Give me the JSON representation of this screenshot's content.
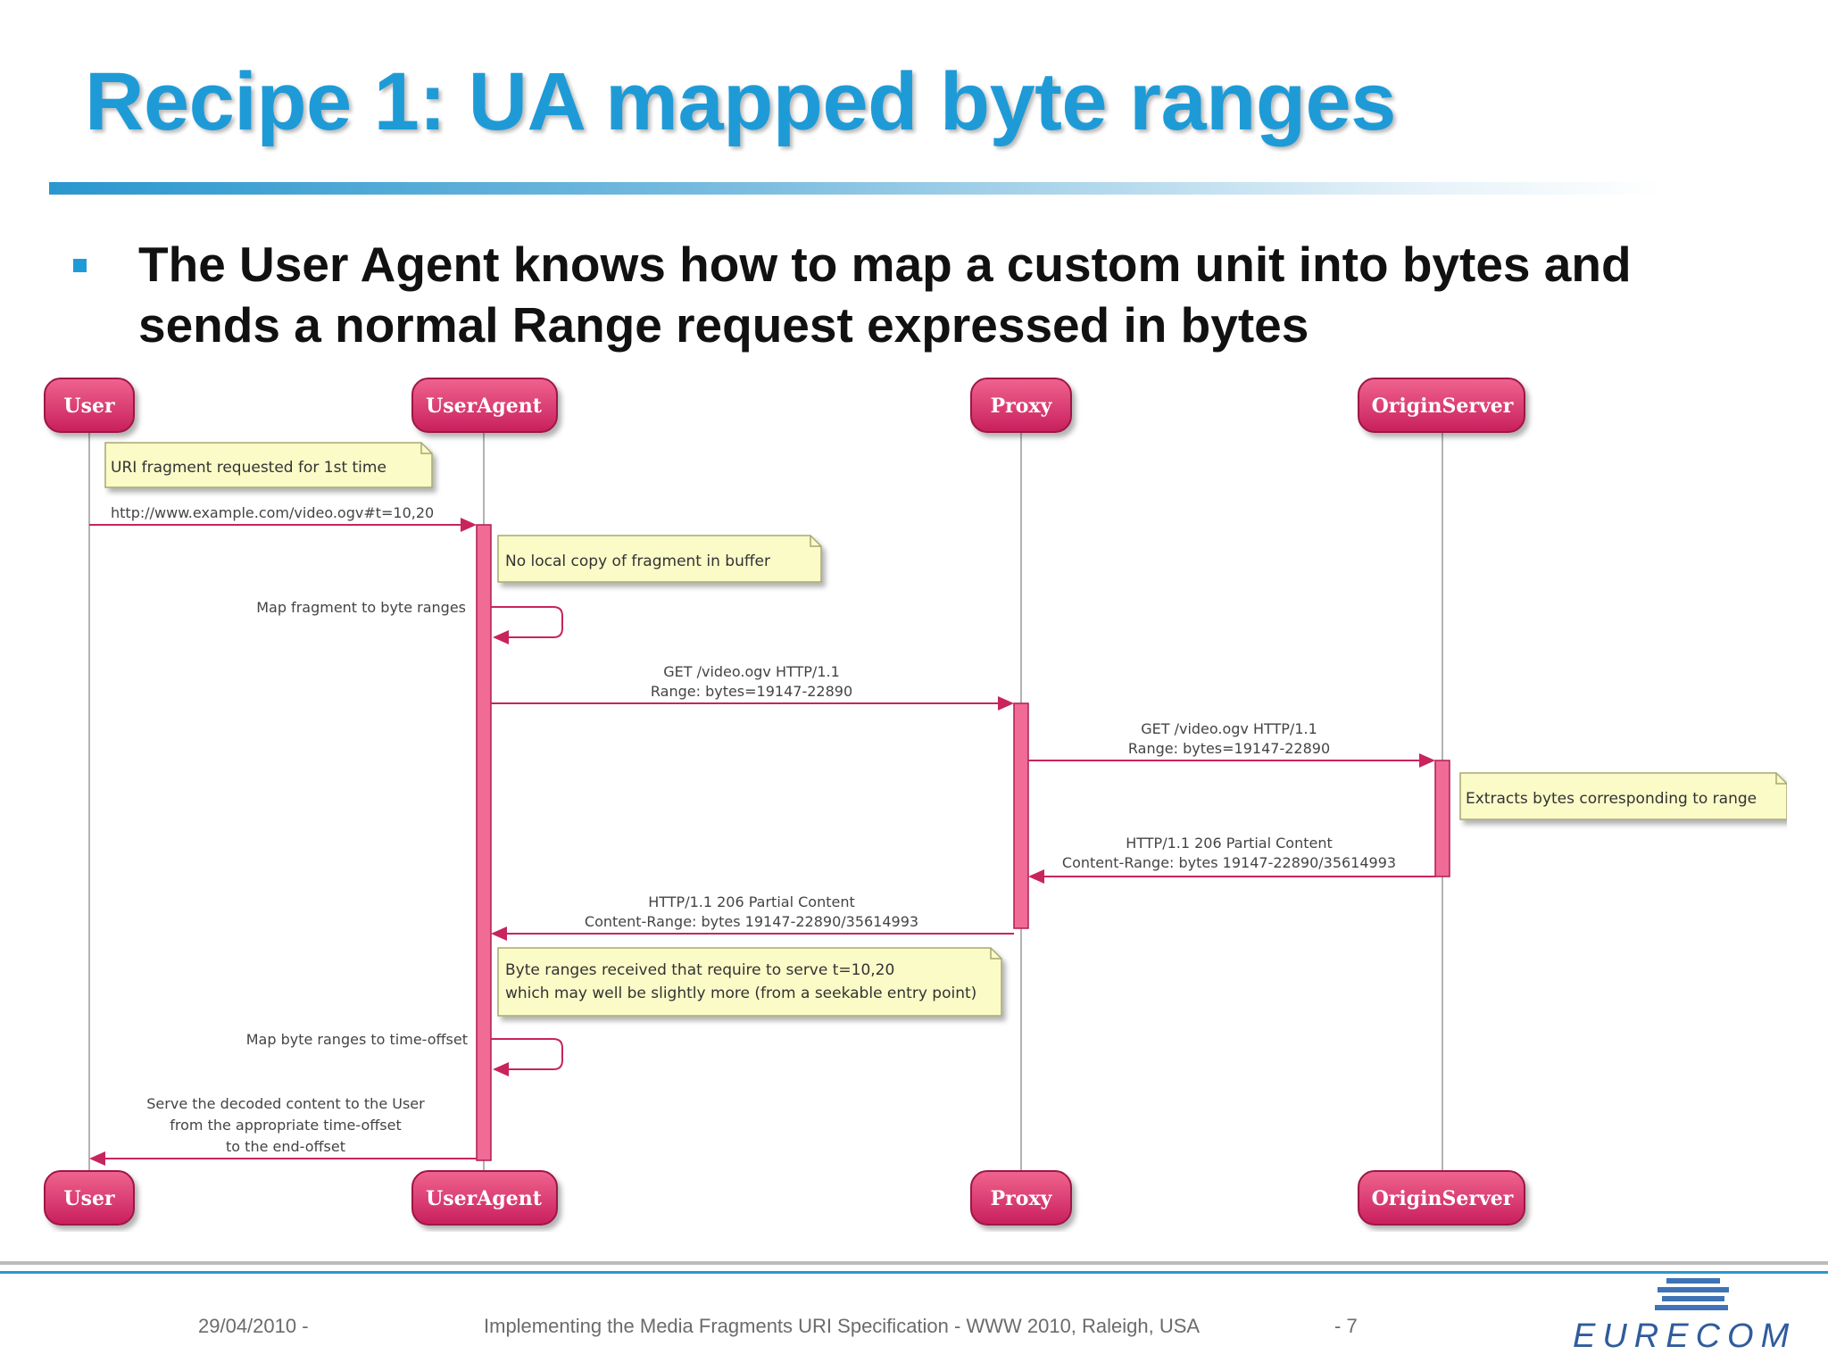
{
  "slide": {
    "title": "Recipe 1: UA mapped byte ranges",
    "bullet": "The User Agent knows how to map a custom unit into bytes and sends a normal Range request expressed in bytes"
  },
  "diagram": {
    "participants": [
      "User",
      "UserAgent",
      "Proxy",
      "OriginServer"
    ],
    "notes": [
      {
        "lines": [
          "URI fragment requested for 1st time"
        ]
      },
      {
        "lines": [
          "No local copy of fragment in buffer"
        ]
      },
      {
        "lines": [
          "Extracts bytes corresponding to range"
        ]
      },
      {
        "lines": [
          "Byte ranges received that require to serve t=10,20",
          "which may well be slightly more (from a seekable entry point)"
        ]
      }
    ],
    "messages": [
      {
        "lines": [
          "http://www.example.com/video.ogv#t=10,20"
        ]
      },
      {
        "lines": [
          "Map fragment to byte ranges"
        ]
      },
      {
        "lines": [
          "GET /video.ogv HTTP/1.1",
          "Range: bytes=19147-22890"
        ]
      },
      {
        "lines": [
          "GET /video.ogv HTTP/1.1",
          "Range: bytes=19147-22890"
        ]
      },
      {
        "lines": [
          "HTTP/1.1 206 Partial Content",
          "Content-Range: bytes 19147-22890/35614993"
        ]
      },
      {
        "lines": [
          "HTTP/1.1 206 Partial Content",
          "Content-Range: bytes 19147-22890/35614993"
        ]
      },
      {
        "lines": [
          "Map byte ranges to time-offset"
        ]
      },
      {
        "lines": [
          "Serve the decoded content to the User",
          "from the appropriate time-offset",
          "to the end-offset"
        ]
      }
    ],
    "colors": {
      "box": "#dc2f6f",
      "activation": "#f06b96",
      "arrow": "#c8245e",
      "note_fill": "#fbfbc8",
      "note_border": "#a8a870",
      "lifeline": "#9a9a9a"
    }
  },
  "footer": {
    "date": "29/04/2010 -",
    "center": "Implementing the Media Fragments URI Specification - WWW 2010, Raleigh, USA",
    "page": "- 7",
    "logo": "EURECOM"
  }
}
